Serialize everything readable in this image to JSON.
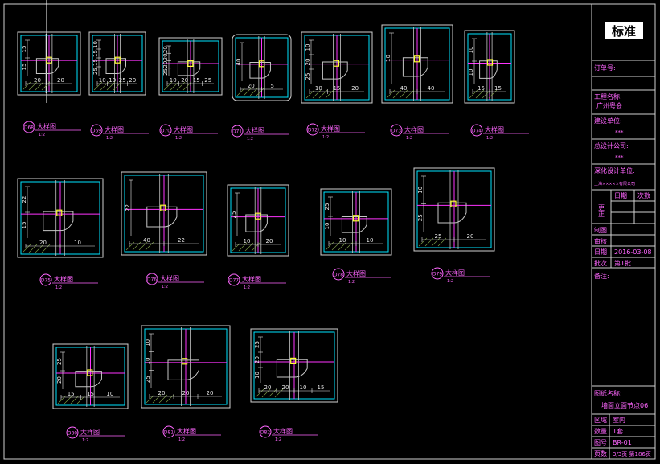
{
  "colors": {
    "background": "#000000",
    "frame": "#d0d0d0",
    "panel": "#00e5ff",
    "detail": "#c6c6c6",
    "accent": "#ff33ff",
    "dimension": "#e8e8e8",
    "highlight": "#ffff33",
    "hatch": "#7fa24a",
    "label": "#ff66ff",
    "titleblock_text": "#ff66ff",
    "titleblock_value": "#ff66ff"
  },
  "details": [
    {
      "num": "D68",
      "title": "大样图",
      "scale": "1:2",
      "dims": [
        "20",
        "20",
        "15",
        "15"
      ]
    },
    {
      "num": "D69",
      "title": "大样图",
      "scale": "1:2",
      "dims": [
        "10",
        "10",
        "25",
        "20",
        "10",
        "15",
        "15",
        "25"
      ]
    },
    {
      "num": "D70",
      "title": "大样图",
      "scale": "1:2",
      "dims": [
        "10",
        "20",
        "15",
        "25",
        "20",
        "20",
        "20",
        "25"
      ]
    },
    {
      "num": "D71",
      "title": "大样图",
      "scale": "1:2",
      "dims": [
        "20",
        "5",
        "40"
      ]
    },
    {
      "num": "D72",
      "title": "大样图",
      "scale": "1:2",
      "dims": [
        "10",
        "15",
        "20",
        "10",
        "20",
        "25"
      ]
    },
    {
      "num": "D73",
      "title": "大样图",
      "scale": "1:2",
      "dims": [
        "40",
        "40",
        "10"
      ]
    },
    {
      "num": "D74",
      "title": "大样图",
      "scale": "1:2",
      "dims": [
        "15",
        "15",
        "10",
        "10"
      ]
    },
    {
      "num": "D75",
      "title": "大样图",
      "scale": "1:2",
      "dims": [
        "20",
        "10",
        "22",
        "15"
      ]
    },
    {
      "num": "D76",
      "title": "大样图",
      "scale": "1:2",
      "dims": [
        "40",
        "22",
        "22"
      ]
    },
    {
      "num": "D77",
      "title": "大样图",
      "scale": "1:2",
      "dims": [
        "10",
        "20",
        "25"
      ]
    },
    {
      "num": "D78",
      "title": "大样图",
      "scale": "1:2",
      "dims": [
        "10",
        "10",
        "25",
        "10"
      ]
    },
    {
      "num": "D79",
      "title": "大样图",
      "scale": "1:2",
      "dims": [
        "25",
        "20",
        "10",
        "25"
      ]
    },
    {
      "num": "D80",
      "title": "大样图",
      "scale": "1:2",
      "dims": [
        "15",
        "15",
        "10",
        "25",
        "20"
      ]
    },
    {
      "num": "D81",
      "title": "大样图",
      "scale": "1:2",
      "dims": [
        "20",
        "20",
        "20",
        "10",
        "10",
        "25"
      ]
    },
    {
      "num": "D82",
      "title": "大样图",
      "scale": "1:2",
      "dims": [
        "20",
        "20",
        "10",
        "15",
        "25",
        "20",
        "10"
      ]
    }
  ],
  "title_block": {
    "logo": "标准",
    "order_label": "订单号:",
    "project_label": "工程名称:",
    "project_value": "广州粤会",
    "builder_label": "建设单位:",
    "builder_value": "***",
    "design_label": "总设计公司:",
    "design_value": "***",
    "deep_label": "深化设计单位:",
    "deep_value": "上海×××××有限公司",
    "rev_header_date": "日期",
    "rev_header_count": "次数",
    "rev_label": "更正",
    "draw_label": "制图",
    "check_label": "审核",
    "date_label": "日期",
    "date_value": "2016-03-08",
    "batch_label": "批次",
    "batch_value": "第1批",
    "note_label": "备注:",
    "drawing_name_label": "图纸名称:",
    "drawing_name_value": "墙面立面节点06",
    "area_label": "区域",
    "area_value": "室内",
    "qty_label": "数量",
    "qty_value": "1套",
    "dwg_label": "图号",
    "dwg_value": "BR-01",
    "page_label": "页数",
    "page_value": "3/3页  第186页"
  }
}
